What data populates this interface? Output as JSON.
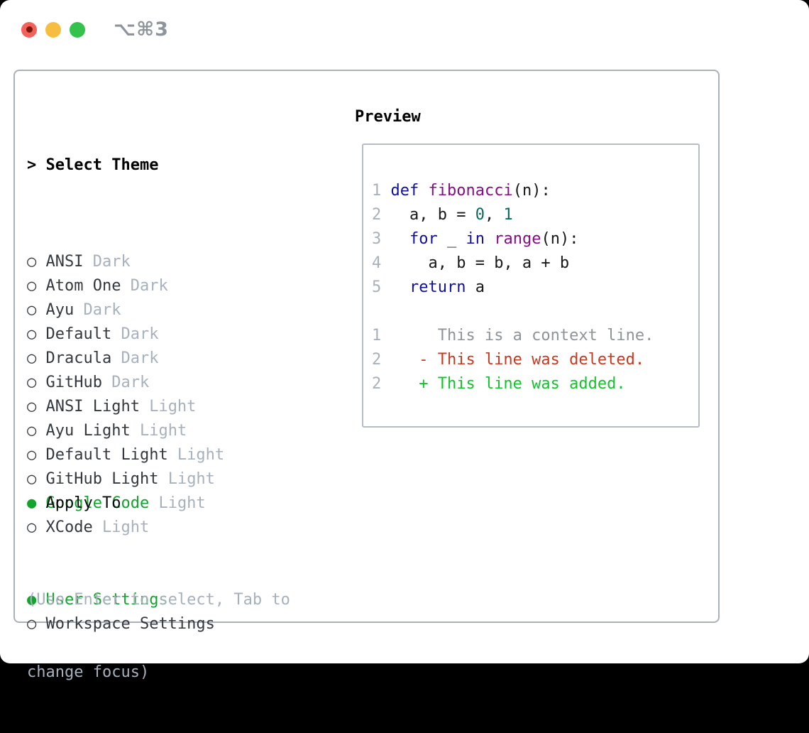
{
  "window": {
    "title": "⌥⌘3"
  },
  "colors": {
    "red_light": "#f4605a",
    "red_light_dot": "#7b170e",
    "yellow_light": "#f7bd40",
    "green_light": "#33c24b",
    "title": "#8e949c",
    "border": "#a9b1ba",
    "box_border": "#b5bcc4",
    "name": "#33383f",
    "muted": "#a7b1bd",
    "green": "#12a42c",
    "gutter": "#a7b1bd",
    "plain": "#17181a",
    "kw": "#0f10a0",
    "fn": "#850e85",
    "lit": "#0a6a63",
    "ctx": "#8f9499",
    "del": "#c53a20",
    "add": "#15c22e"
  },
  "theme_picker": {
    "cursor": "> ",
    "header": "Select Theme",
    "bullet_selected": "●",
    "bullet_unselected": "○",
    "themes": [
      {
        "name": "ANSI",
        "variant": "Dark",
        "selected": false
      },
      {
        "name": "Atom One",
        "variant": "Dark",
        "selected": false
      },
      {
        "name": "Ayu",
        "variant": "Dark",
        "selected": false
      },
      {
        "name": "Default",
        "variant": "Dark",
        "selected": false
      },
      {
        "name": "Dracula",
        "variant": "Dark",
        "selected": false
      },
      {
        "name": "GitHub",
        "variant": "Dark",
        "selected": false
      },
      {
        "name": "ANSI Light",
        "variant": "Light",
        "selected": false
      },
      {
        "name": "Ayu Light",
        "variant": "Light",
        "selected": false
      },
      {
        "name": "Default Light",
        "variant": "Light",
        "selected": false
      },
      {
        "name": "GitHub Light",
        "variant": "Light",
        "selected": false
      },
      {
        "name": "Google Code",
        "variant": "Light",
        "selected": true
      },
      {
        "name": "XCode",
        "variant": "Light",
        "selected": false
      }
    ],
    "apply_label": "Apply To",
    "apply_options": [
      {
        "name": "User Settings",
        "selected": true
      },
      {
        "name": "Workspace Settings",
        "selected": false
      }
    ],
    "hint_line1": "(Use Enter to select, Tab to",
    "hint_line2": "change focus)"
  },
  "preview": {
    "title": "Preview",
    "code_lines": [
      {
        "num": "1",
        "tokens": [
          [
            "kw",
            "def"
          ],
          [
            "pl",
            " "
          ],
          [
            "fn",
            "fibonacci"
          ],
          [
            "pl",
            "(n):"
          ]
        ]
      },
      {
        "num": "2",
        "tokens": [
          [
            "pl",
            "  a, b = "
          ],
          [
            "lit",
            "0"
          ],
          [
            "pl",
            ", "
          ],
          [
            "lit",
            "1"
          ]
        ]
      },
      {
        "num": "3",
        "tokens": [
          [
            "pl",
            "  "
          ],
          [
            "kw",
            "for"
          ],
          [
            "pl",
            " _ "
          ],
          [
            "kw",
            "in"
          ],
          [
            "pl",
            " "
          ],
          [
            "fn",
            "range"
          ],
          [
            "pl",
            "(n):"
          ]
        ]
      },
      {
        "num": "4",
        "tokens": [
          [
            "pl",
            "    a, b = b, a + b"
          ]
        ]
      },
      {
        "num": "5",
        "tokens": [
          [
            "pl",
            "  "
          ],
          [
            "kw",
            "return"
          ],
          [
            "pl",
            " a"
          ]
        ]
      }
    ],
    "diff_lines": [
      {
        "num": "1",
        "kind": "context",
        "text": "      This is a context line."
      },
      {
        "num": "2",
        "kind": "deleted",
        "text": "    - This line was deleted."
      },
      {
        "num": "2",
        "kind": "added",
        "text": "    + This line was added."
      }
    ]
  }
}
